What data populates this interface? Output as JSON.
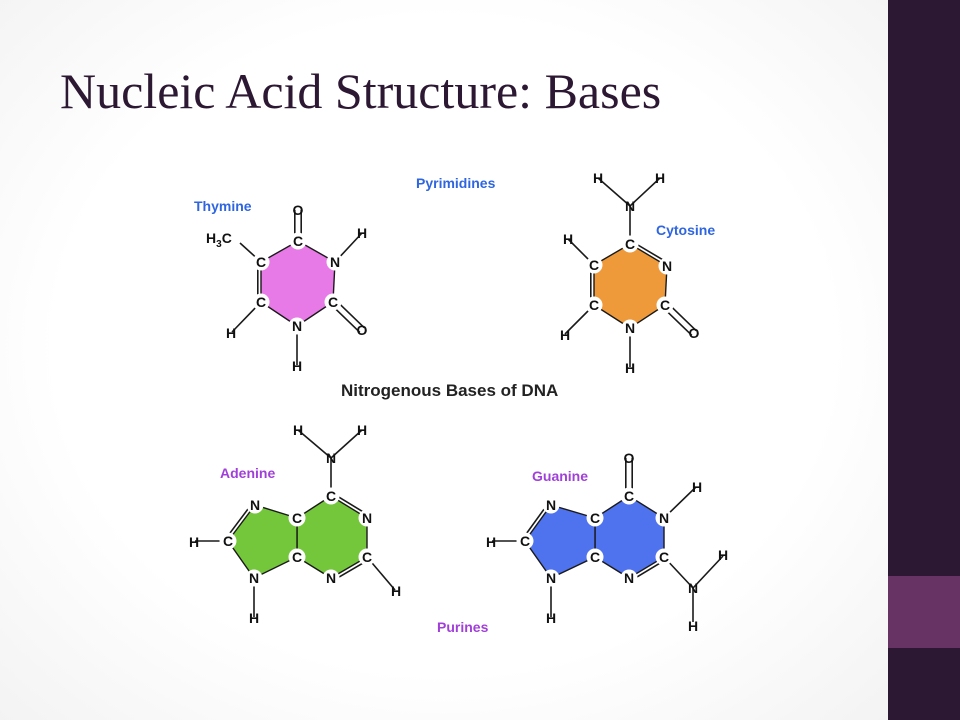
{
  "slide": {
    "title": "Nucleic Acid Structure: Bases",
    "colors": {
      "dark": "#2c1832",
      "accent": "#673365"
    }
  },
  "diagram": {
    "caption": "Nitrogenous Bases of DNA",
    "groups": {
      "pyrimidines": "Pyrimidines",
      "purines": "Purines"
    },
    "bases": {
      "thymine": {
        "name": "Thymine",
        "fill": "#e87ae8"
      },
      "cytosine": {
        "name": "Cytosine",
        "fill": "#ef9a3a"
      },
      "adenine": {
        "name": "Adenine",
        "fill": "#74c63a"
      },
      "guanine": {
        "name": "Guanine",
        "fill": "#4f72ee"
      }
    },
    "atoms": {
      "C": "C",
      "N": "N",
      "O": "O",
      "H": "H",
      "H3": "H",
      "H3_sub": "3"
    },
    "label_colors": {
      "group": "#2f66e0",
      "base": "#a040d8",
      "pyrimidine_name": "#2f66e0"
    }
  }
}
